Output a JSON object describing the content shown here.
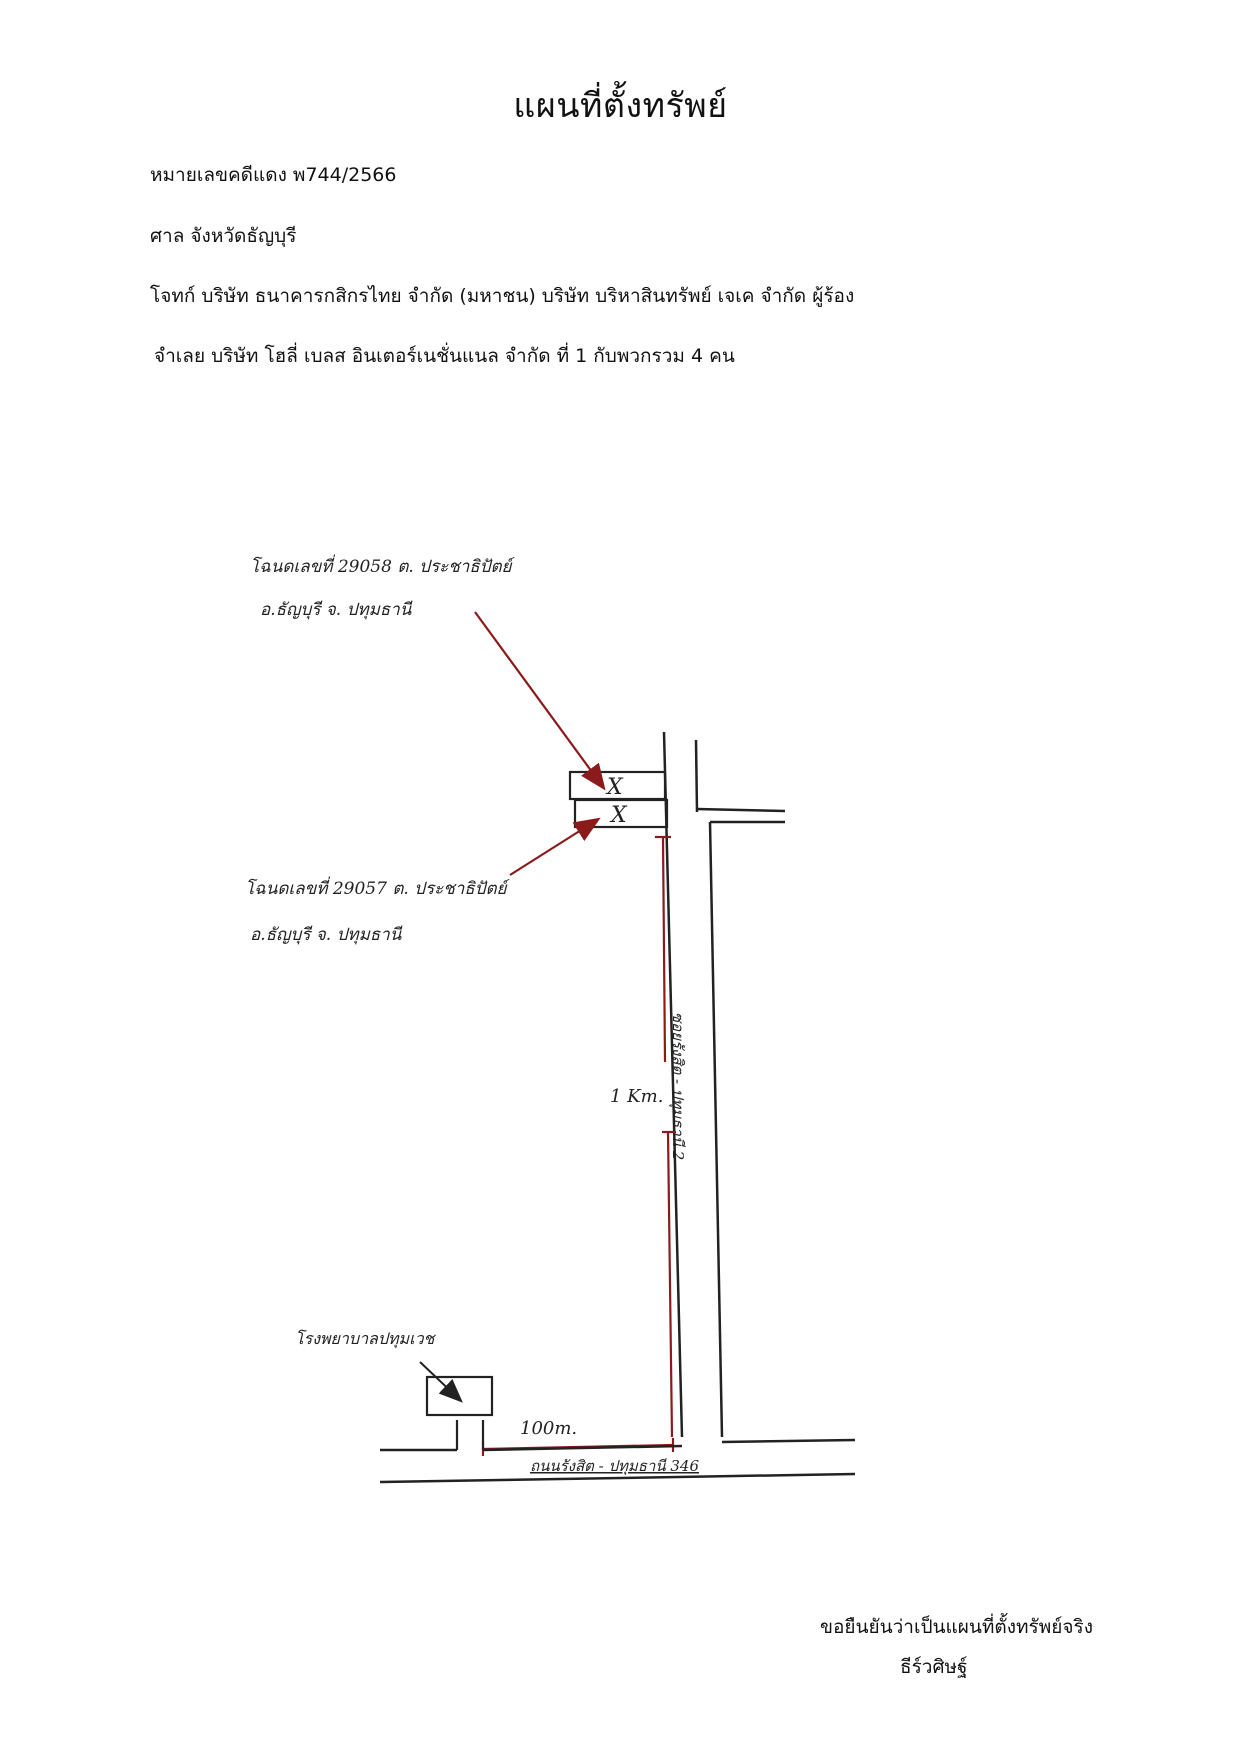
{
  "header": {
    "title": "แผนที่ตั้งทรัพย์"
  },
  "case": {
    "red_case_number": "หมายเลขคดีแดง  พ744/2566",
    "court": "ศาล จังหวัดธัญบุรี",
    "plaintiff": "โจทก์  บริษัท ธนาคารกสิกรไทย จำกัด (มหาชน)  บริษัท บริหาสินทรัพย์ เจเค จำกัด  ผู้ร้อง",
    "defendant": "จำเลย  บริษัท โฮลี่ เบลส อินเตอร์เนชั่นแนล จำกัด ที่ 1 กับพวกรวม 4 คน"
  },
  "map": {
    "deed_1_line_1": "โฉนดเลขที่  29058    ต. ประชาธิปัตย์",
    "deed_1_line_2": "อ.ธัญบุรี      จ. ปทุมธานี",
    "deed_2_line_1": "โฉนดเลขที่  29057    ต. ประชาธิปัตย์",
    "deed_2_line_2": "อ.ธัญบุรี      จ. ปทุมธานี",
    "plot_mark_1": "X",
    "plot_mark_2": "X",
    "vertical_road": "ซอยรังสิต - ปทุมธานี  2",
    "distance_1km": "1 Km.",
    "distance_100m": "100m.",
    "hospital": "โรงพยาบาลปทุมเวช",
    "main_road": "ถนนรังสิต - ปทุมธานี  346",
    "line_color": "#222222",
    "arrow_color": "#8b1a1a"
  },
  "footer": {
    "confirm": "ขอยืนยันว่าเป็นแผนที่ตั้งทรัพย์จริง",
    "signature": "ธีร์วศิษฐ์"
  }
}
